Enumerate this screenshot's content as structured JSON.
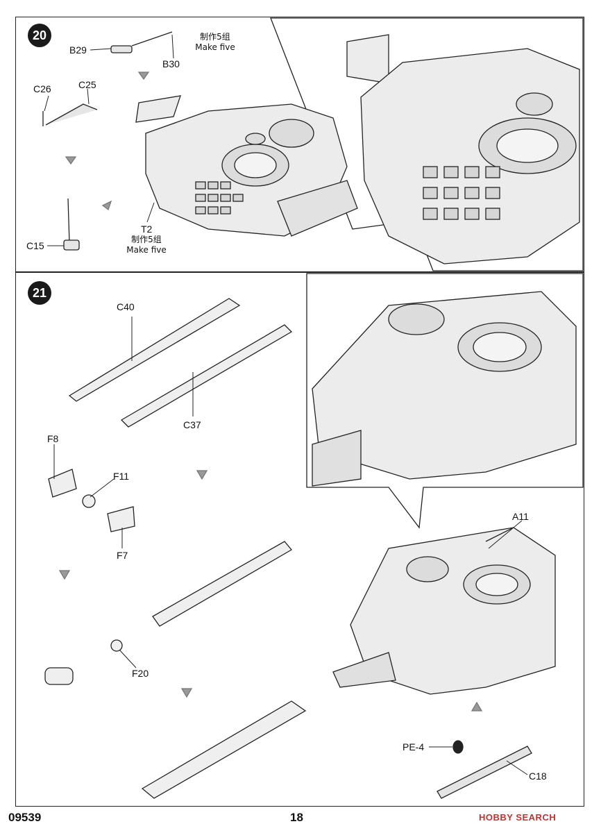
{
  "document": {
    "code": "09539",
    "page_number": "18",
    "watermark": "HOBBY SEARCH"
  },
  "step20": {
    "number": "20",
    "labels": {
      "b29": "B29",
      "b30": "B30",
      "c26": "C26",
      "c25": "C25",
      "c15": "C15",
      "t2": "T2"
    },
    "note_b30_zh": "制作5组",
    "note_b30_en": "Make five",
    "note_t2_zh": "制作5组",
    "note_t2_en": "Make five"
  },
  "step21": {
    "number": "21",
    "labels": {
      "c40": "C40",
      "c37": "C37",
      "f8": "F8",
      "f11": "F11",
      "f7": "F7",
      "f20": "F20",
      "a11": "A11",
      "pe4": "PE-4",
      "c18": "C18"
    }
  }
}
